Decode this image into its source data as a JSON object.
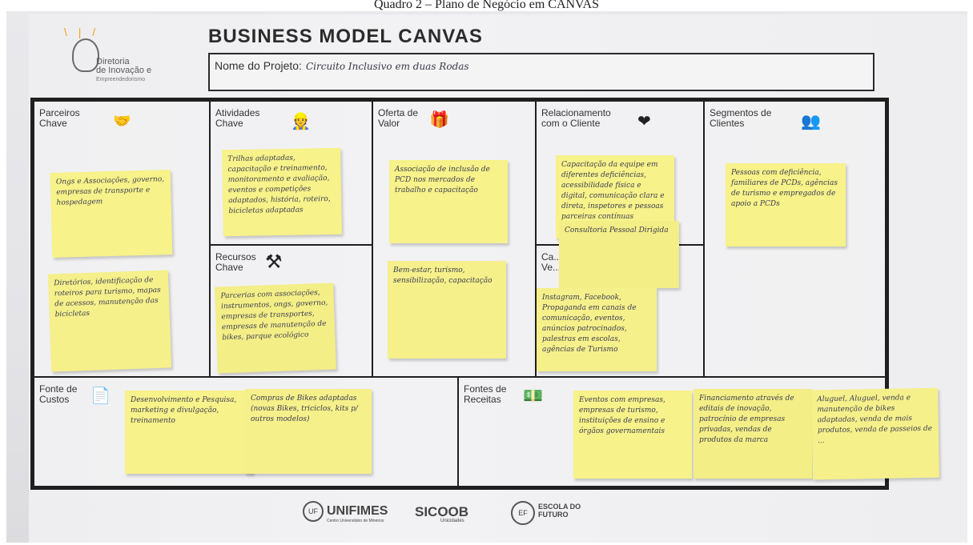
{
  "caption": "Quadro 2 – Plano de Negócio em CANVAS",
  "header": {
    "title": "BUSINESS MODEL CANVAS",
    "logo": {
      "line1": "Diretoria",
      "line2": "de Inovação e",
      "line3": "Empreendedorismo"
    },
    "project_label": "Nome do Projeto:",
    "project_value": "Circuito Inclusivo em duas Rodas"
  },
  "blocks": {
    "parceiros": {
      "label": "Parceiros Chave",
      "icon": "handshake-icon"
    },
    "atividades": {
      "label": "Atividades Chave",
      "icon": "worker-icon"
    },
    "recursos": {
      "label": "Recursos Chave",
      "icon": "hammer-pick-icon"
    },
    "oferta": {
      "label": "Oferta de Valor",
      "icon": "gift-icon"
    },
    "relacionamento": {
      "label": "Relacionamento com o Cliente",
      "icon": "heart-icon"
    },
    "canais": {
      "label": "Ca... Ve...",
      "icon": ""
    },
    "segmentos": {
      "label": "Segmentos de Clientes",
      "icon": "people-network-icon"
    },
    "custos": {
      "label": "Fonte de Custos",
      "icon": "document-icon"
    },
    "receitas": {
      "label": "Fontes de Receitas",
      "icon": "money-icon"
    }
  },
  "notes": {
    "parceiros_1": "Ongs e Associações, governo, empresas de transporte e hospedagem",
    "parceiros_2": "Diretórios, identificação de roteiros para turismo, mapas de acessos, manutenção das bicicletas",
    "atividades_1": "Trilhas adaptadas, capacitação e treinamento, monitoramento e avaliação, eventos e competições adaptados, história, roteiro, bicicletas adaptadas",
    "recursos_1": "Parcerias com associações, instrumentos, ongs, governo, empresas de transportes, empresas de manutenção de bikes, parque ecológico",
    "oferta_1": "Associação de inclusão de PCD nos mercados de trabalho e capacitação",
    "oferta_2": "Bem-estar, turismo, sensibilização, capacitação",
    "relacionamento_1": "Capacitação da equipe em diferentes deficiências, acessibilidade física e digital, comunicação clara e direta, inspetores e pessoas parceiras contínuas",
    "relacionamento_2": "Consultoria Pessoal Dirigida",
    "canais_1": "Instagram, Facebook, Propaganda em canais de comunicação, eventos, anúncios patrocinados, palestras em escolas, agências de Turismo",
    "segmentos_1": "Pessoas com deficiência, familiares de PCDs, agências de turismo e empregados de apoio a PCDs",
    "custos_1": "Desenvolvimento e Pesquisa, marketing e divulgação, treinamento",
    "custos_2": "Compras de Bikes adaptadas (novas Bikes, triciclos, kits p/ outros modelos)",
    "receitas_1": "Eventos com empresas, empresas de turismo, instituições de ensino e órgãos governamentais",
    "receitas_2": "Financiamento através de editais de inovação, patrocínio de empresas privadas, vendas de produtos da marca",
    "receitas_3": "Aluguel, Aluguel, venda e manutenção de bikes adaptadas, venda de mais produtos, venda de passeios de ..."
  },
  "footer": {
    "logo_uf": "UF",
    "logo_unifimes": "UNIFIMES",
    "unifimes_sub": "Centro Universitário de Mineiros",
    "logo_sicoob": "SICOOB",
    "sicoob_sub": "Unicidades",
    "logo_escola_line1": "ESCOLA DO",
    "logo_escola_line2": "FUTURO"
  }
}
